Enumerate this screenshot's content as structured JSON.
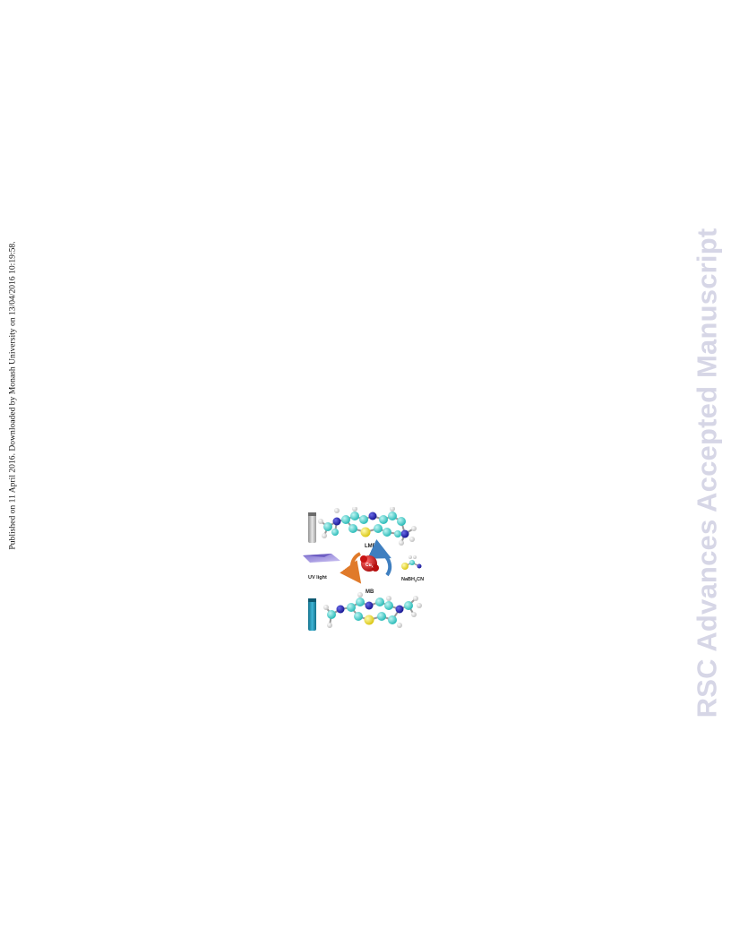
{
  "side_note": "Published on 11 April 2016. Downloaded by Monash University on 13/04/2016 10:19:58.",
  "watermark": "RSC Advances Accepted Manuscript",
  "figure": {
    "label_top": "LMB",
    "label_bottom": "MB",
    "label_left": "UV light",
    "label_right": "NaBH",
    "label_right_sub": "3",
    "label_right_tail": "CN",
    "catalyst": "Cu",
    "catalyst_sub": "x",
    "colors": {
      "carbon": "#3fd3d0",
      "nitrogen": "#1b1bb8",
      "sulfur": "#f0e11a",
      "hydrogen": "#f2f2f2",
      "catalyst": "#d01818",
      "arrow_orange": "#e07a2a",
      "arrow_blue": "#3f7fc0",
      "light_beam": "#8a74d0",
      "vial_clear": "#b8b8b8",
      "vial_blue": "#1f8fb0"
    }
  }
}
